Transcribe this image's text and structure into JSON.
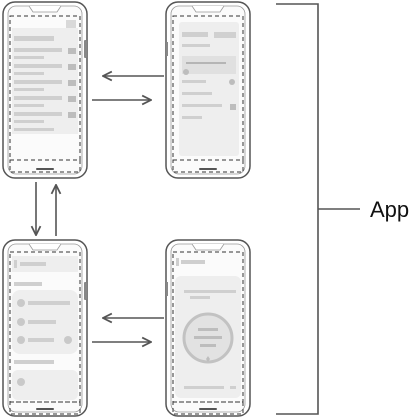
{
  "diagram": {
    "bracket_label": "App",
    "screens": [
      {
        "name": "list-screen",
        "position": "top-left"
      },
      {
        "name": "settings-screen",
        "position": "top-right"
      },
      {
        "name": "cards-screen",
        "position": "bottom-left"
      },
      {
        "name": "dial-screen",
        "position": "bottom-right"
      }
    ],
    "connections": [
      {
        "from": "list-screen",
        "to": "settings-screen",
        "type": "bidirectional"
      },
      {
        "from": "list-screen",
        "to": "cards-screen",
        "type": "bidirectional"
      },
      {
        "from": "cards-screen",
        "to": "dial-screen",
        "type": "bidirectional"
      }
    ],
    "colors": {
      "stroke": "#555555",
      "fill_light": "#f1f1f1",
      "fill_mid": "#e3e3e3",
      "fill_dark": "#cfcfcf",
      "ink": "#111111"
    }
  }
}
